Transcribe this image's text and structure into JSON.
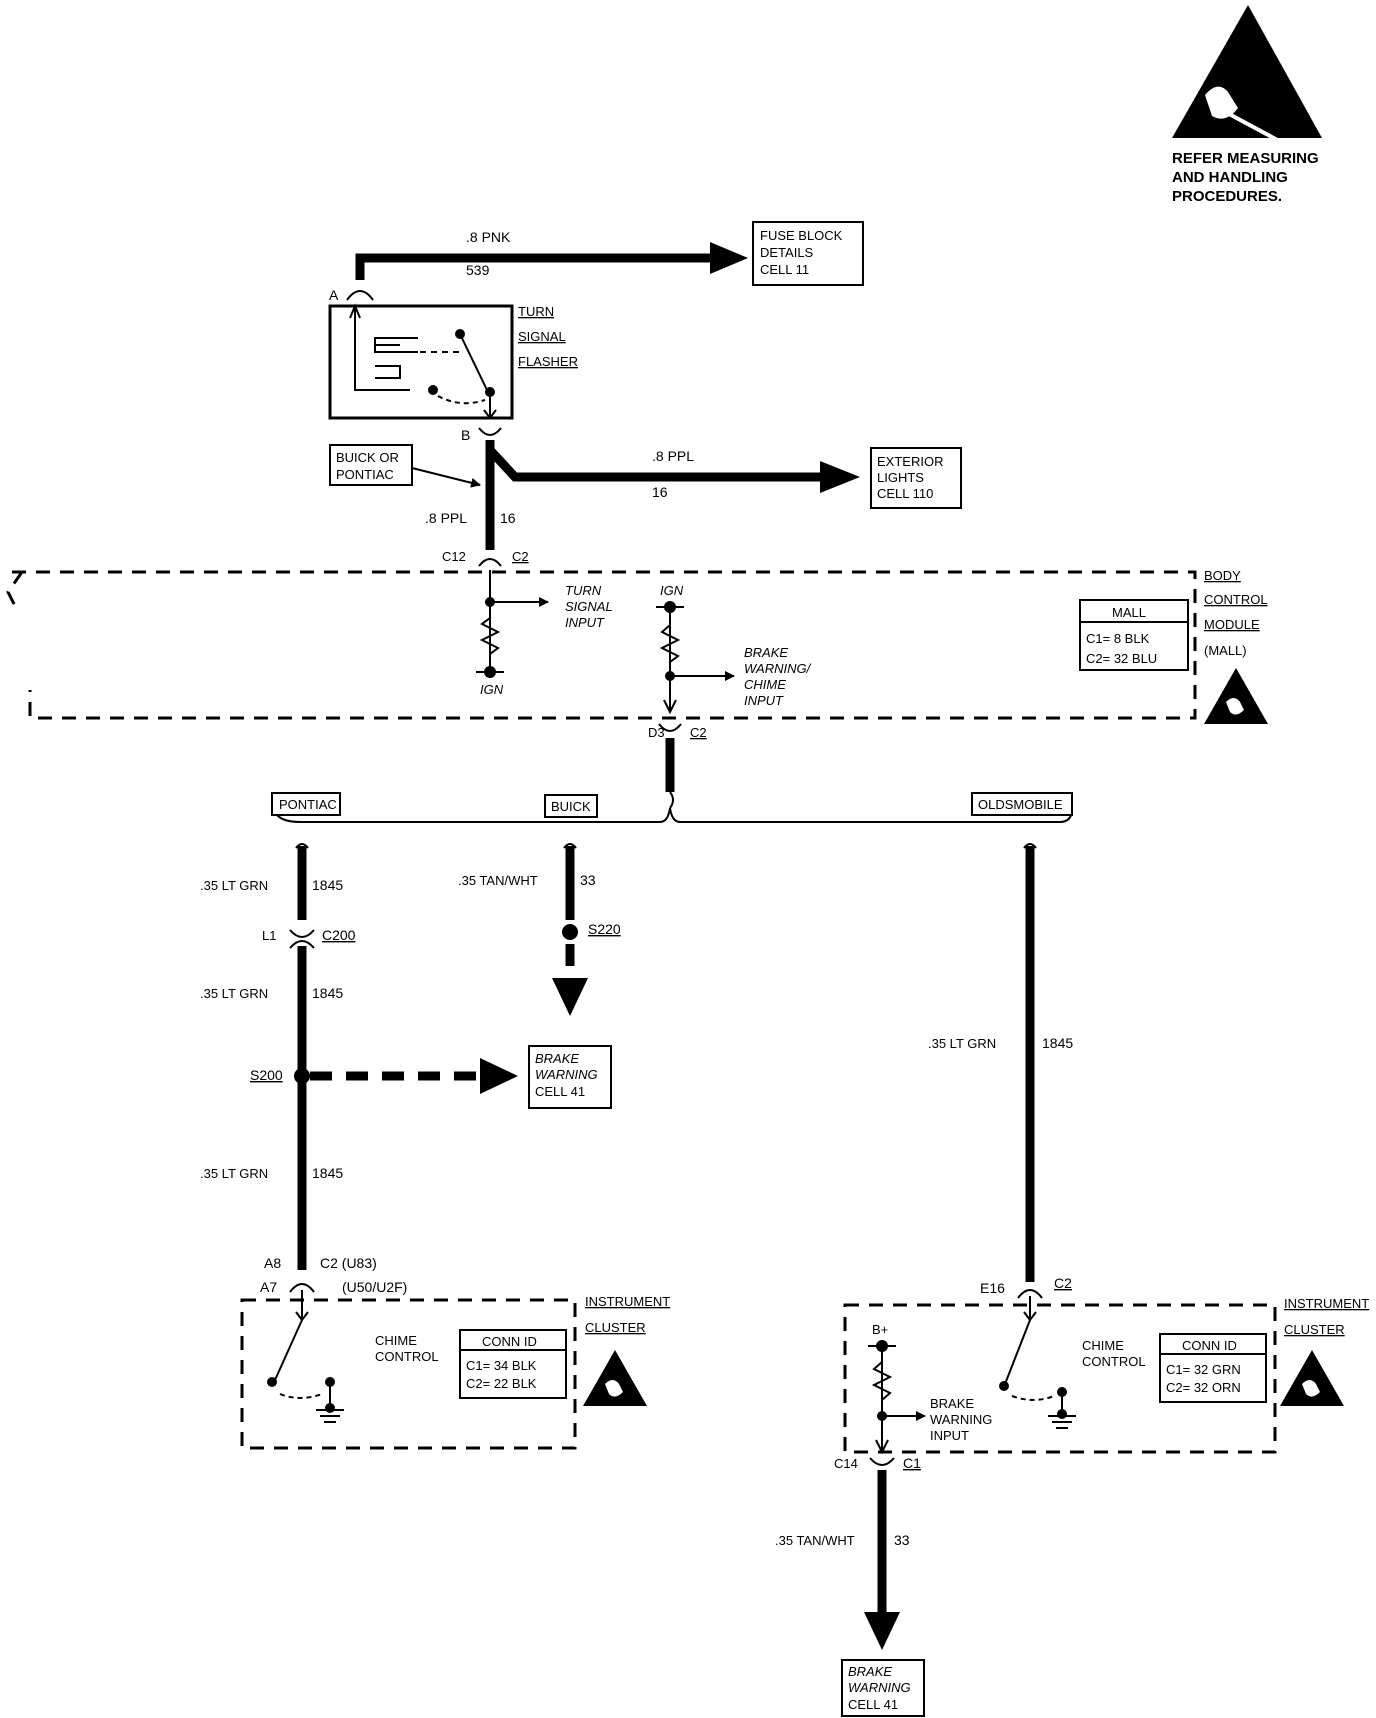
{
  "esd_notice": [
    "REFER MEASURING",
    "AND HANDLING",
    "PROCEDURES."
  ],
  "fuse_wire": {
    "gauge": ".8 PNK",
    "circuit": "539",
    "pin": "A"
  },
  "fuse_block": [
    "FUSE BLOCK",
    "DETAILS",
    "CELL 11"
  ],
  "flasher": {
    "label": [
      "TURN",
      "SIGNAL",
      "FLASHER"
    ],
    "pin": "B"
  },
  "buick_pontiac_tag": [
    "BUICK OR",
    "PONTIAC"
  ],
  "ext_wire": {
    "gauge": ".8 PPL",
    "circuit": "16"
  },
  "exterior_lights": [
    "EXTERIOR",
    "LIGHTS",
    "CELL 110"
  ],
  "bcm_wire": {
    "gauge": ".8 PPL",
    "circuit": "16",
    "pin": "C12",
    "conn": "C2"
  },
  "bcm": {
    "label": [
      "BODY",
      "CONTROL",
      "MODULE",
      "(MALL)"
    ],
    "turn_input": [
      "TURN",
      "SIGNAL",
      "INPUT"
    ],
    "ign_bottom": "IGN",
    "ign_top": "IGN",
    "brake_input": [
      "BRAKE",
      "WARNING/",
      "CHIME",
      "INPUT"
    ],
    "conn_title": "MALL",
    "conn_lines": [
      "C1= 8 BLK",
      "C2= 32 BLU"
    ],
    "out_pin": "D3",
    "out_conn": "C2"
  },
  "branches": {
    "pontiac": "PONTIAC",
    "buick": "BUICK",
    "oldsmobile": "OLDSMOBILE"
  },
  "pontiac": {
    "w1": {
      "gauge": ".35 LT GRN",
      "circuit": "1845"
    },
    "l1": "L1",
    "c200": "C200",
    "w2": {
      "gauge": ".35 LT GRN",
      "circuit": "1845"
    },
    "s200": "S200",
    "w3": {
      "gauge": ".35 LT GRN",
      "circuit": "1845"
    },
    "a8": "A8",
    "c2u83": "C2 (U83)",
    "a7": "A7",
    "u50": "(U50/U2F)"
  },
  "buick": {
    "w1": {
      "gauge": ".35 TAN/WHT",
      "circuit": "33"
    },
    "s220": "S220"
  },
  "brake_cell_mid": [
    "BRAKE",
    "WARNING",
    "CELL 41"
  ],
  "olds": {
    "w1": {
      "gauge": ".35 LT GRN",
      "circuit": "1845"
    },
    "e16": "E16",
    "c2": "C2"
  },
  "ic_left": {
    "label": [
      "INSTRUMENT",
      "CLUSTER"
    ],
    "chime": [
      "CHIME",
      "CONTROL"
    ],
    "conn_title": "CONN ID",
    "conn_lines": [
      "C1= 34 BLK",
      "C2= 22 BLK"
    ]
  },
  "ic_right": {
    "label": [
      "INSTRUMENT",
      "CLUSTER"
    ],
    "chime": [
      "CHIME",
      "CONTROL"
    ],
    "bplus": "B+",
    "brake_input": [
      "BRAKE",
      "WARNING",
      "INPUT"
    ],
    "conn_title": "CONN ID",
    "conn_lines": [
      "C1= 32 GRN",
      "C2= 32 ORN"
    ],
    "out_pin": "C14",
    "out_conn": "C1"
  },
  "bottom_wire": {
    "gauge": ".35 TAN/WHT",
    "circuit": "33"
  },
  "brake_cell_bottom": [
    "BRAKE",
    "WARNING",
    "CELL 41"
  ]
}
